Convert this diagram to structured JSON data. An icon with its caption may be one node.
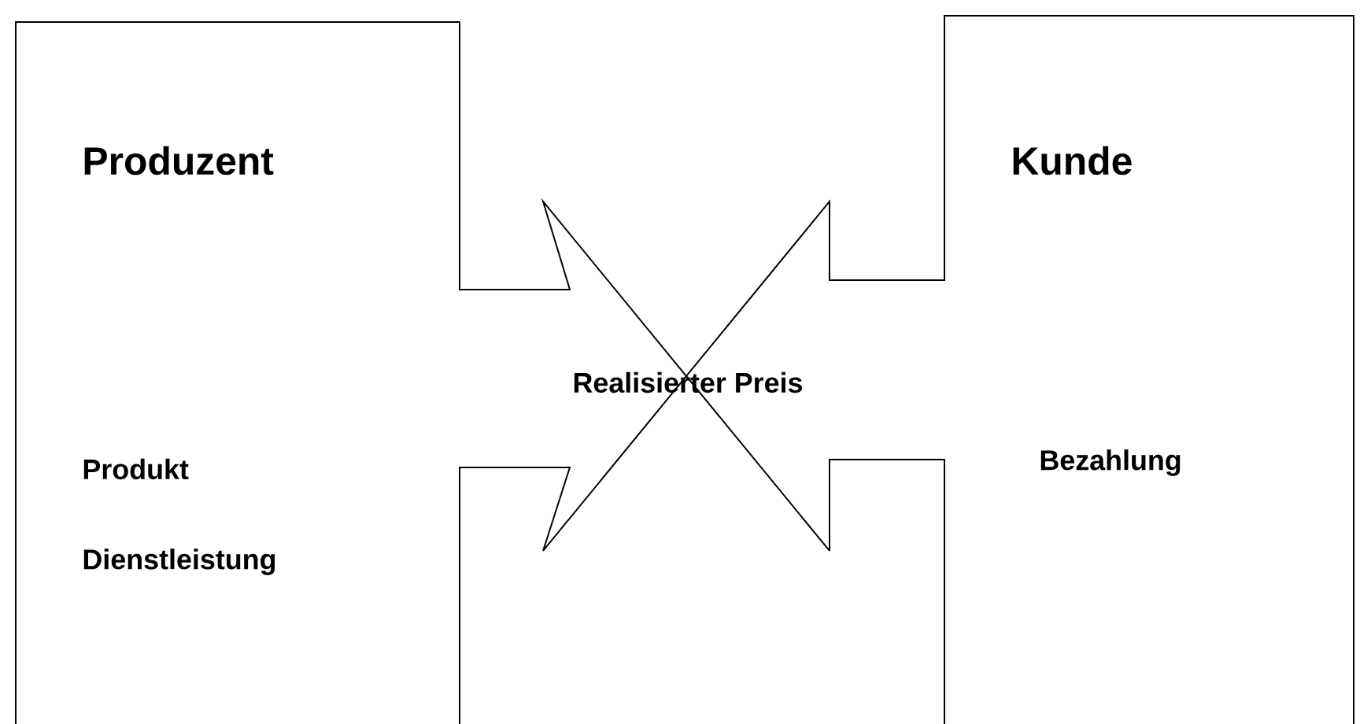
{
  "diagram": {
    "nodes": [
      {
        "text": [
          "Produzent",
          "Produkt",
          "Dienstleistung"
        ]
      },
      {
        "text": [
          "Kunde",
          "Bezahlung"
        ]
      }
    ],
    "labels": [
      "Realisierter Preis"
    ]
  }
}
